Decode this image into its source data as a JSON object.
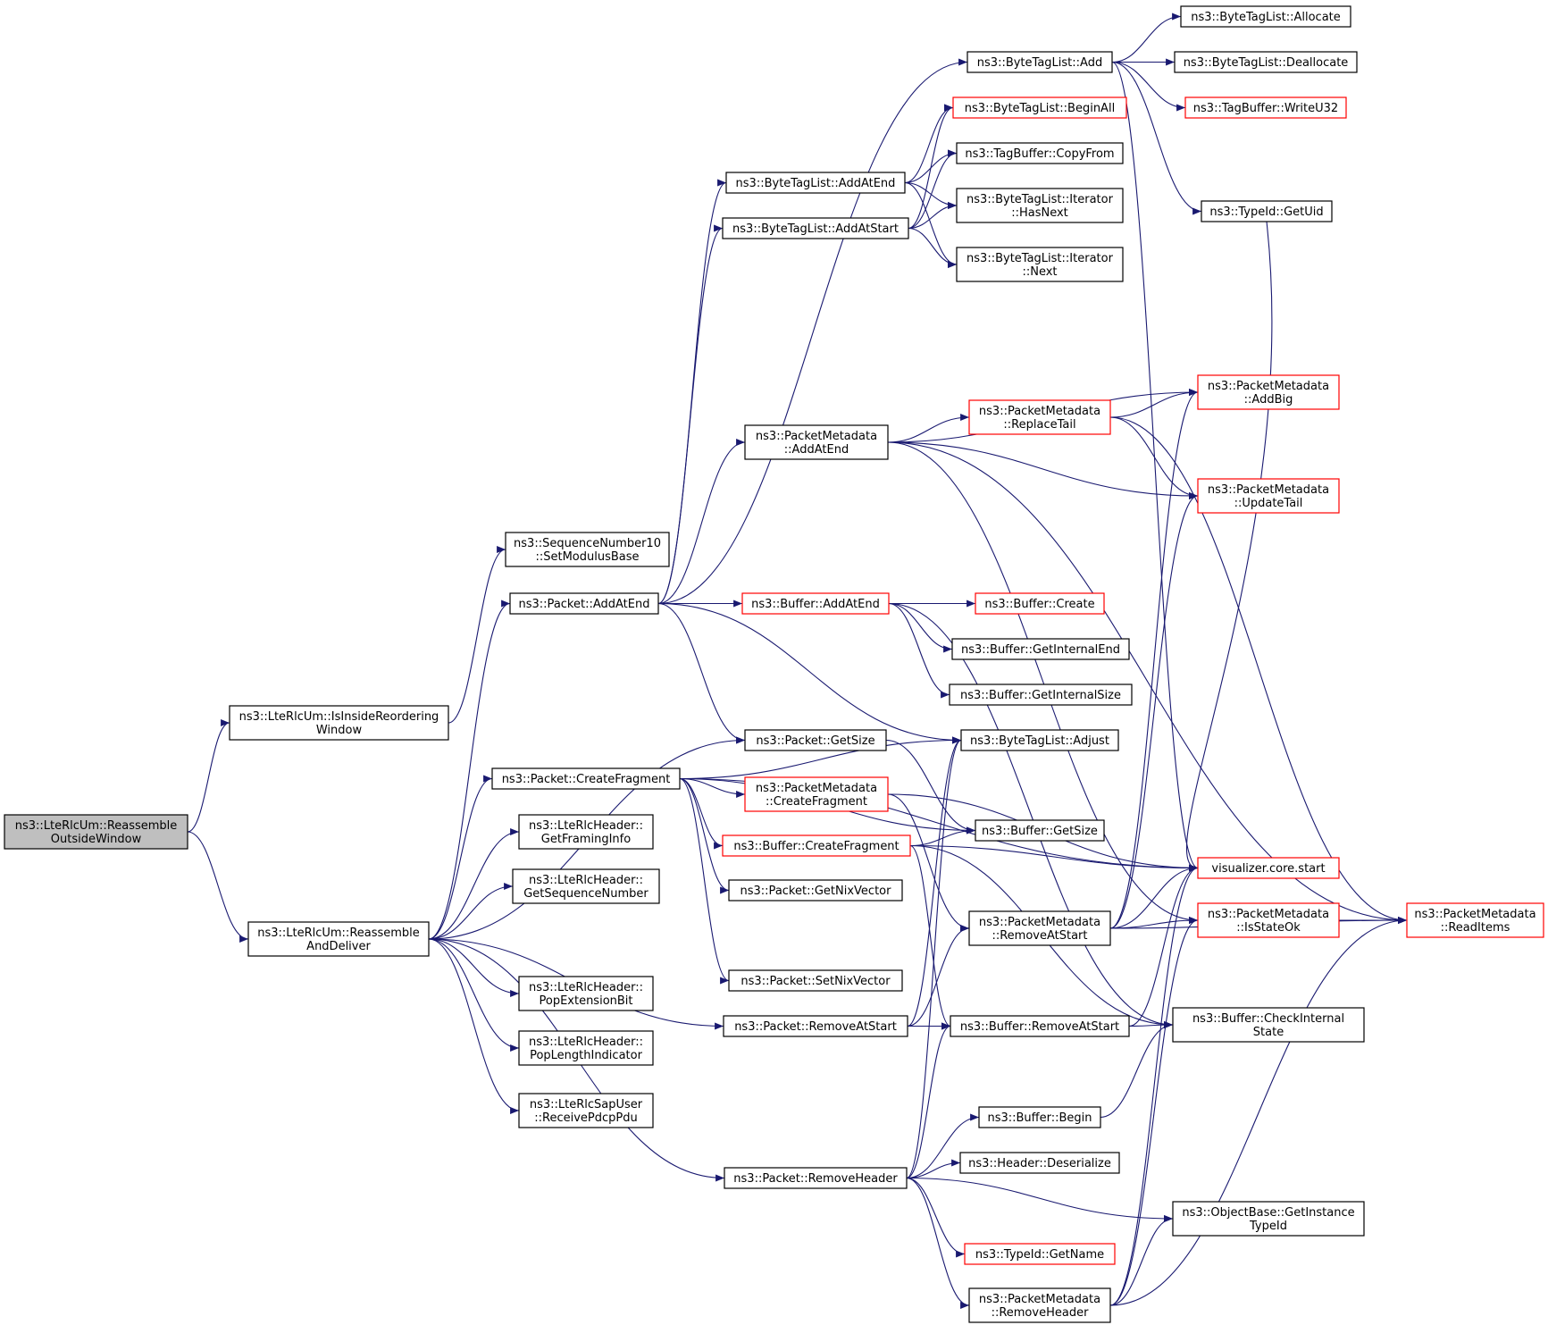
{
  "colors": {
    "edge": "#191970",
    "border_normal": "#000000",
    "border_truncated": "#ff0000",
    "root_fill": "#bfbfbf",
    "node_fill": "#ffffff"
  },
  "nodes": [
    {
      "id": "root",
      "lines": [
        "ns3::LteRlcUm::Reassemble",
        "OutsideWindow"
      ],
      "style": "root"
    },
    {
      "id": "isinside",
      "lines": [
        "ns3::LteRlcUm::IsInsideReordering",
        "Window"
      ],
      "style": "normal"
    },
    {
      "id": "reassemble",
      "lines": [
        "ns3::LteRlcUm::Reassemble",
        "AndDeliver"
      ],
      "style": "normal"
    },
    {
      "id": "seqmod",
      "lines": [
        "ns3::SequenceNumber10",
        "::SetModulusBase"
      ],
      "style": "normal"
    },
    {
      "id": "pkt_addatend",
      "lines": [
        "ns3::Packet::AddAtEnd"
      ],
      "style": "normal"
    },
    {
      "id": "pkt_createfrag",
      "lines": [
        "ns3::Packet::CreateFragment"
      ],
      "style": "normal"
    },
    {
      "id": "getframing",
      "lines": [
        "ns3::LteRlcHeader::",
        "GetFramingInfo"
      ],
      "style": "normal"
    },
    {
      "id": "getseq",
      "lines": [
        "ns3::LteRlcHeader::",
        "GetSequenceNumber"
      ],
      "style": "normal"
    },
    {
      "id": "popext",
      "lines": [
        "ns3::LteRlcHeader::",
        "PopExtensionBit"
      ],
      "style": "normal"
    },
    {
      "id": "poplen",
      "lines": [
        "ns3::LteRlcHeader::",
        "PopLengthIndicator"
      ],
      "style": "normal"
    },
    {
      "id": "receivepdcp",
      "lines": [
        "ns3::LteRlcSapUser",
        "::ReceivePdcpPdu"
      ],
      "style": "normal"
    },
    {
      "id": "btl_addatend",
      "lines": [
        "ns3::ByteTagList::AddAtEnd"
      ],
      "style": "normal"
    },
    {
      "id": "btl_addatstart",
      "lines": [
        "ns3::ByteTagList::AddAtStart"
      ],
      "style": "normal"
    },
    {
      "id": "pm_addatend",
      "lines": [
        "ns3::PacketMetadata",
        "::AddAtEnd"
      ],
      "style": "normal"
    },
    {
      "id": "buf_addatend",
      "lines": [
        "ns3::Buffer::AddAtEnd"
      ],
      "style": "truncated"
    },
    {
      "id": "pkt_getsize",
      "lines": [
        "ns3::Packet::GetSize"
      ],
      "style": "normal"
    },
    {
      "id": "pm_createfrag",
      "lines": [
        "ns3::PacketMetadata",
        "::CreateFragment"
      ],
      "style": "truncated"
    },
    {
      "id": "buf_createfrag",
      "lines": [
        "ns3::Buffer::CreateFragment"
      ],
      "style": "truncated"
    },
    {
      "id": "pkt_getnix",
      "lines": [
        "ns3::Packet::GetNixVector"
      ],
      "style": "normal"
    },
    {
      "id": "pkt_setnix",
      "lines": [
        "ns3::Packet::SetNixVector"
      ],
      "style": "normal"
    },
    {
      "id": "pkt_removeatstart",
      "lines": [
        "ns3::Packet::RemoveAtStart"
      ],
      "style": "normal"
    },
    {
      "id": "pkt_removeheader",
      "lines": [
        "ns3::Packet::RemoveHeader"
      ],
      "style": "normal"
    },
    {
      "id": "btl_add",
      "lines": [
        "ns3::ByteTagList::Add"
      ],
      "style": "normal"
    },
    {
      "id": "btl_beginall",
      "lines": [
        "ns3::ByteTagList::BeginAll"
      ],
      "style": "truncated"
    },
    {
      "id": "tb_copyfrom",
      "lines": [
        "ns3::TagBuffer::CopyFrom"
      ],
      "style": "normal"
    },
    {
      "id": "btl_hasnext",
      "lines": [
        "ns3::ByteTagList::Iterator",
        "::HasNext"
      ],
      "style": "normal"
    },
    {
      "id": "btl_next",
      "lines": [
        "ns3::ByteTagList::Iterator",
        "::Next"
      ],
      "style": "normal"
    },
    {
      "id": "pm_replacetail",
      "lines": [
        "ns3::PacketMetadata",
        "::ReplaceTail"
      ],
      "style": "truncated"
    },
    {
      "id": "buf_create",
      "lines": [
        "ns3::Buffer::Create"
      ],
      "style": "truncated"
    },
    {
      "id": "buf_getinternalend",
      "lines": [
        "ns3::Buffer::GetInternalEnd"
      ],
      "style": "normal"
    },
    {
      "id": "buf_getinternalsize",
      "lines": [
        "ns3::Buffer::GetInternalSize"
      ],
      "style": "normal"
    },
    {
      "id": "btl_adjust",
      "lines": [
        "ns3::ByteTagList::Adjust"
      ],
      "style": "normal"
    },
    {
      "id": "buf_getsize",
      "lines": [
        "ns3::Buffer::GetSize"
      ],
      "style": "normal"
    },
    {
      "id": "pm_removeatstart",
      "lines": [
        "ns3::PacketMetadata",
        "::RemoveAtStart"
      ],
      "style": "normal"
    },
    {
      "id": "buf_removeatstart",
      "lines": [
        "ns3::Buffer::RemoveAtStart"
      ],
      "style": "normal"
    },
    {
      "id": "buf_begin",
      "lines": [
        "ns3::Buffer::Begin"
      ],
      "style": "normal"
    },
    {
      "id": "hdr_deserialize",
      "lines": [
        "ns3::Header::Deserialize"
      ],
      "style": "normal"
    },
    {
      "id": "typeid_getname",
      "lines": [
        "ns3::TypeId::GetName"
      ],
      "style": "truncated"
    },
    {
      "id": "pm_removeheader",
      "lines": [
        "ns3::PacketMetadata",
        "::RemoveHeader"
      ],
      "style": "normal"
    },
    {
      "id": "btl_allocate",
      "lines": [
        "ns3::ByteTagList::Allocate"
      ],
      "style": "normal"
    },
    {
      "id": "btl_deallocate",
      "lines": [
        "ns3::ByteTagList::Deallocate"
      ],
      "style": "normal"
    },
    {
      "id": "tb_writeu32",
      "lines": [
        "ns3::TagBuffer::WriteU32"
      ],
      "style": "truncated"
    },
    {
      "id": "typeid_getuid",
      "lines": [
        "ns3::TypeId::GetUid"
      ],
      "style": "normal"
    },
    {
      "id": "pm_addbig",
      "lines": [
        "ns3::PacketMetadata",
        "::AddBig"
      ],
      "style": "truncated"
    },
    {
      "id": "pm_updatetail",
      "lines": [
        "ns3::PacketMetadata",
        "::UpdateTail"
      ],
      "style": "truncated"
    },
    {
      "id": "viz_start",
      "lines": [
        "visualizer.core.start"
      ],
      "style": "truncated"
    },
    {
      "id": "pm_isstateok",
      "lines": [
        "ns3::PacketMetadata",
        "::IsStateOk"
      ],
      "style": "truncated"
    },
    {
      "id": "buf_checkinternal",
      "lines": [
        "ns3::Buffer::CheckInternal",
        "State"
      ],
      "style": "normal"
    },
    {
      "id": "objbase_getinstance",
      "lines": [
        "ns3::ObjectBase::GetInstance",
        "TypeId"
      ],
      "style": "normal"
    },
    {
      "id": "pm_readitems",
      "lines": [
        "ns3::PacketMetadata",
        "::ReadItems"
      ],
      "style": "truncated"
    }
  ],
  "edges": [
    [
      "root",
      "isinside"
    ],
    [
      "root",
      "reassemble"
    ],
    [
      "isinside",
      "seqmod"
    ],
    [
      "reassemble",
      "pkt_addatend"
    ],
    [
      "reassemble",
      "pkt_createfrag"
    ],
    [
      "reassemble",
      "getframing"
    ],
    [
      "reassemble",
      "getseq"
    ],
    [
      "reassemble",
      "popext"
    ],
    [
      "reassemble",
      "poplen"
    ],
    [
      "reassemble",
      "receivepdcp"
    ],
    [
      "reassemble",
      "pkt_removeatstart"
    ],
    [
      "reassemble",
      "pkt_removeheader"
    ],
    [
      "reassemble",
      "pkt_getsize"
    ],
    [
      "pkt_addatend",
      "btl_addatend"
    ],
    [
      "pkt_addatend",
      "btl_addatstart"
    ],
    [
      "pkt_addatend",
      "pm_addatend"
    ],
    [
      "pkt_addatend",
      "buf_addatend"
    ],
    [
      "pkt_addatend",
      "pkt_getsize"
    ],
    [
      "pkt_addatend",
      "btl_adjust"
    ],
    [
      "pkt_addatend",
      "btl_add"
    ],
    [
      "pkt_createfrag",
      "pm_createfrag"
    ],
    [
      "pkt_createfrag",
      "buf_createfrag"
    ],
    [
      "pkt_createfrag",
      "pkt_getnix"
    ],
    [
      "pkt_createfrag",
      "pkt_setnix"
    ],
    [
      "pkt_createfrag",
      "btl_adjust"
    ],
    [
      "pkt_createfrag",
      "buf_getsize"
    ],
    [
      "pkt_createfrag",
      "viz_start"
    ],
    [
      "btl_addatend",
      "btl_beginall"
    ],
    [
      "btl_addatend",
      "tb_copyfrom"
    ],
    [
      "btl_addatend",
      "btl_hasnext"
    ],
    [
      "btl_addatend",
      "btl_next"
    ],
    [
      "btl_addatstart",
      "btl_beginall"
    ],
    [
      "btl_addatstart",
      "tb_copyfrom"
    ],
    [
      "btl_addatstart",
      "btl_hasnext"
    ],
    [
      "btl_addatstart",
      "btl_next"
    ],
    [
      "btl_add",
      "btl_allocate"
    ],
    [
      "btl_add",
      "btl_deallocate"
    ],
    [
      "btl_add",
      "tb_writeu32"
    ],
    [
      "btl_add",
      "typeid_getuid"
    ],
    [
      "btl_add",
      "viz_start"
    ],
    [
      "pm_addatend",
      "pm_replacetail"
    ],
    [
      "pm_addatend",
      "pm_addbig"
    ],
    [
      "pm_addatend",
      "pm_updatetail"
    ],
    [
      "pm_addatend",
      "pm_readitems"
    ],
    [
      "pm_addatend",
      "pm_isstateok"
    ],
    [
      "pm_replacetail",
      "pm_addbig"
    ],
    [
      "pm_replacetail",
      "pm_updatetail"
    ],
    [
      "pm_replacetail",
      "pm_readitems"
    ],
    [
      "buf_addatend",
      "buf_create"
    ],
    [
      "buf_addatend",
      "buf_getinternalend"
    ],
    [
      "buf_addatend",
      "buf_getinternalsize"
    ],
    [
      "buf_addatend",
      "buf_checkinternal"
    ],
    [
      "pkt_getsize",
      "buf_getsize"
    ],
    [
      "pm_createfrag",
      "pm_removeatstart"
    ],
    [
      "pm_createfrag",
      "viz_start"
    ],
    [
      "buf_createfrag",
      "buf_getsize"
    ],
    [
      "buf_createfrag",
      "viz_start"
    ],
    [
      "buf_createfrag",
      "buf_removeatstart"
    ],
    [
      "buf_createfrag",
      "buf_checkinternal"
    ],
    [
      "pkt_removeatstart",
      "pm_removeatstart"
    ],
    [
      "pkt_removeatstart",
      "buf_removeatstart"
    ],
    [
      "pkt_removeatstart",
      "btl_adjust"
    ],
    [
      "pm_removeatstart",
      "pm_isstateok"
    ],
    [
      "pm_removeatstart",
      "pm_readitems"
    ],
    [
      "pm_removeatstart",
      "pm_addbig"
    ],
    [
      "pm_removeatstart",
      "pm_updatetail"
    ],
    [
      "pm_removeatstart",
      "viz_start"
    ],
    [
      "buf_removeatstart",
      "buf_checkinternal"
    ],
    [
      "buf_removeatstart",
      "viz_start"
    ],
    [
      "buf_begin",
      "buf_checkinternal"
    ],
    [
      "pkt_removeheader",
      "buf_begin"
    ],
    [
      "pkt_removeheader",
      "hdr_deserialize"
    ],
    [
      "pkt_removeheader",
      "objbase_getinstance"
    ],
    [
      "pkt_removeheader",
      "typeid_getname"
    ],
    [
      "pkt_removeheader",
      "pm_removeheader"
    ],
    [
      "pkt_removeheader",
      "buf_removeatstart"
    ],
    [
      "pkt_removeheader",
      "btl_adjust"
    ],
    [
      "pm_removeheader",
      "objbase_getinstance"
    ],
    [
      "pm_removeheader",
      "pm_readitems"
    ],
    [
      "pm_removeheader",
      "pm_isstateok"
    ],
    [
      "pm_removeheader",
      "viz_start"
    ],
    [
      "pm_isstateok",
      "pm_readitems"
    ],
    [
      "typeid_getuid",
      "viz_start"
    ]
  ]
}
